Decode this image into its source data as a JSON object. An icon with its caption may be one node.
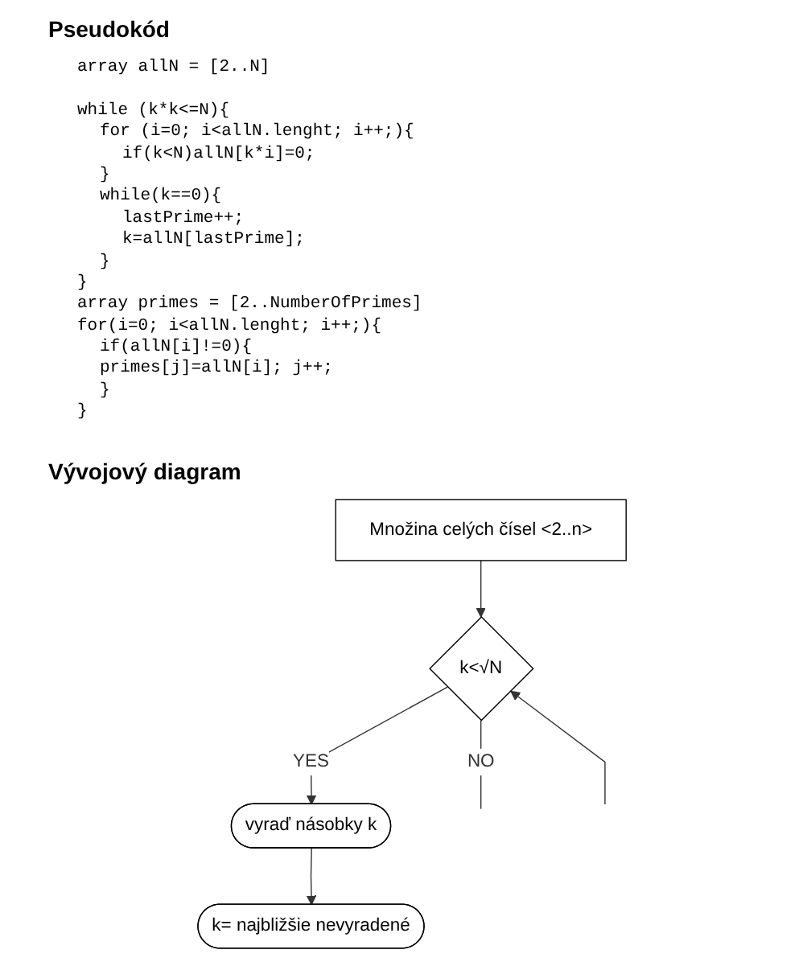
{
  "diagram": {
    "title": "Pseudokód",
    "nodes": [
      {
        "text": [
          "Množina celých čísel <2..n>"
        ]
      },
      {
        "text": [
          "k<√N"
        ]
      },
      {
        "text": [
          "vyraď násobky k"
        ]
      },
      {
        "text": [
          "k= najbližšie nevyradené"
        ]
      }
    ],
    "edges": [
      {
        "from": 0,
        "to": 1,
        "arrow": "to"
      },
      {
        "from": 1,
        "to": 2,
        "arrow": "to",
        "label": "YES"
      },
      {
        "from": 2,
        "to": 3,
        "arrow": "to"
      },
      {
        "from": 1,
        "to": null,
        "arrow": "none",
        "label": "NO"
      },
      {
        "from": null,
        "to": 1,
        "arrow": "to"
      }
    ],
    "labels": [
      "array allN = [2..N]",
      "while (k*k<=N){",
      "for (i=0; i<allN.lenght; i++;){",
      "if(k<N)allN[k*i]=0;",
      "}",
      "while(k==0){",
      "lastPrime++;",
      "k=allN[lastPrime];",
      "}",
      "}",
      "array primes = [2..NumberOfPrimes]",
      "for(i=0; i<allN.lenght; i++;){",
      "if(allN[i]!=0){",
      "primes[j]=allN[i]; j++;",
      "}",
      "}",
      "Vývojový diagram"
    ]
  }
}
